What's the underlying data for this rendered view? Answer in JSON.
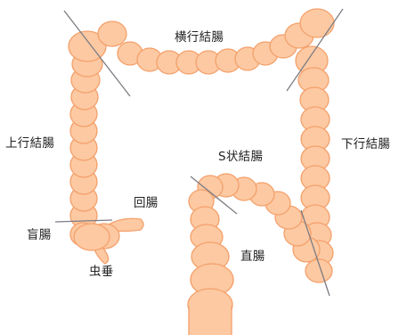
{
  "labels": {
    "transverse_colon": "横行結腸",
    "ascending_colon": "上行結腸",
    "descending_colon": "下行結腸",
    "sigmoid_colon": "S状結腸",
    "ileum": "回腸",
    "cecum": "盲腸",
    "rectum": "直腸",
    "appendix": "虫垂"
  },
  "colors": {
    "fill": "#fcc9a2",
    "outline": "#f4a06b",
    "divider_lines": "#7c7c84",
    "text": "#222222"
  }
}
